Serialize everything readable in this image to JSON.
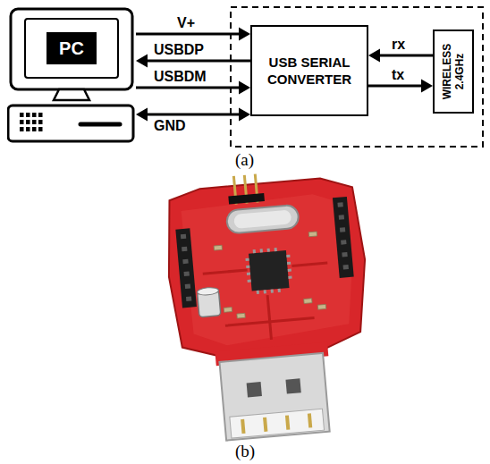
{
  "diagram": {
    "nodes": [
      {
        "text": [
          "PC"
        ]
      },
      {
        "text": [
          "USB SERIAL CONVERTER"
        ]
      },
      {
        "text": [
          "WIRELESS 2.4GHz"
        ]
      }
    ],
    "edges": [
      {
        "from": 0,
        "to": 1,
        "arrow": "to",
        "label": "V+"
      },
      {
        "from": 1,
        "to": 0,
        "arrow": "to",
        "label": "USBDP"
      },
      {
        "from": 0,
        "to": 1,
        "arrow": "to",
        "label": "USBDM"
      },
      {
        "from": 0,
        "to": 1,
        "arrow": "both",
        "label": "GND"
      },
      {
        "from": 2,
        "to": 1,
        "arrow": "to",
        "label": "rx"
      },
      {
        "from": 1,
        "to": 2,
        "arrow": "to",
        "label": "tx"
      }
    ],
    "labels": [
      "(a)",
      "(b)"
    ]
  }
}
